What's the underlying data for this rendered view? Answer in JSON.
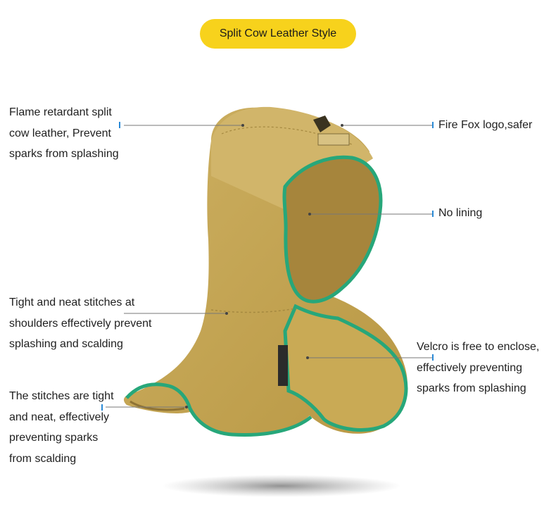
{
  "title": "Split Cow Leather Style",
  "callouts": {
    "leather": [
      "Flame retardant split",
      "cow leather, Prevent",
      "sparks from splashing"
    ],
    "logo": [
      "Fire Fox logo,safer"
    ],
    "lining": [
      "No lining"
    ],
    "shoulders": [
      "Tight and neat stitches at",
      "shoulders effectively prevent",
      "splashing and scalding"
    ],
    "velcro": [
      "Velcro is free to enclose,",
      "effectively preventing",
      "sparks from splashing"
    ],
    "hem": [
      "The stitches are tight",
      "and neat, effectively",
      "preventing sparks",
      "from scalding"
    ]
  },
  "colors": {
    "accent": "#f7d21c",
    "leather": "#c9aa5a",
    "binding": "#27a77a",
    "marker": "#2a8ad6"
  }
}
